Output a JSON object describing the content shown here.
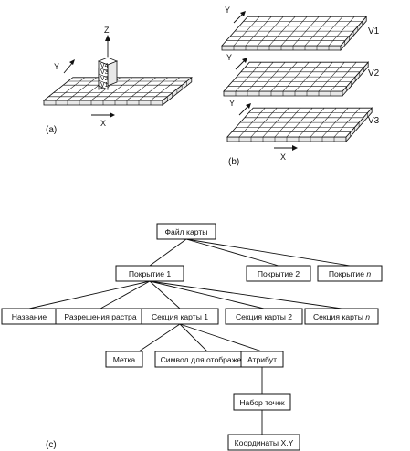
{
  "panel_a": {
    "label": "(a)",
    "axis_x": "X",
    "axis_y": "Y",
    "axis_z": "Z",
    "stack": [
      "V4",
      "V3",
      "V2",
      "V1"
    ]
  },
  "panel_b": {
    "label": "(b)",
    "axis_x": "X",
    "layers": [
      {
        "axis_y": "Y",
        "name": "V1"
      },
      {
        "axis_y": "Y",
        "name": "V2"
      },
      {
        "axis_y": "Y",
        "name": "V3"
      }
    ]
  },
  "panel_c": {
    "label": "(c)",
    "nodes": {
      "map_file": "Файл карты",
      "coverage_1": "Покрытие 1",
      "coverage_2": "Покрытие 2",
      "coverage_n": "Покрытие ",
      "coverage_n_italic": "n",
      "name": "Название",
      "raster_resolution": "Разрешения растра",
      "map_section_1": "Секция карты 1",
      "map_section_2": "Секция карты 2",
      "map_section_n": "Секция карты ",
      "map_section_n_italic": "n",
      "label_node": "Метка",
      "display_symbol": "Символ для отображения",
      "attribute": "Атрибут",
      "point_set": "Набор точек",
      "coordinates": "Координаты X,Y"
    }
  }
}
